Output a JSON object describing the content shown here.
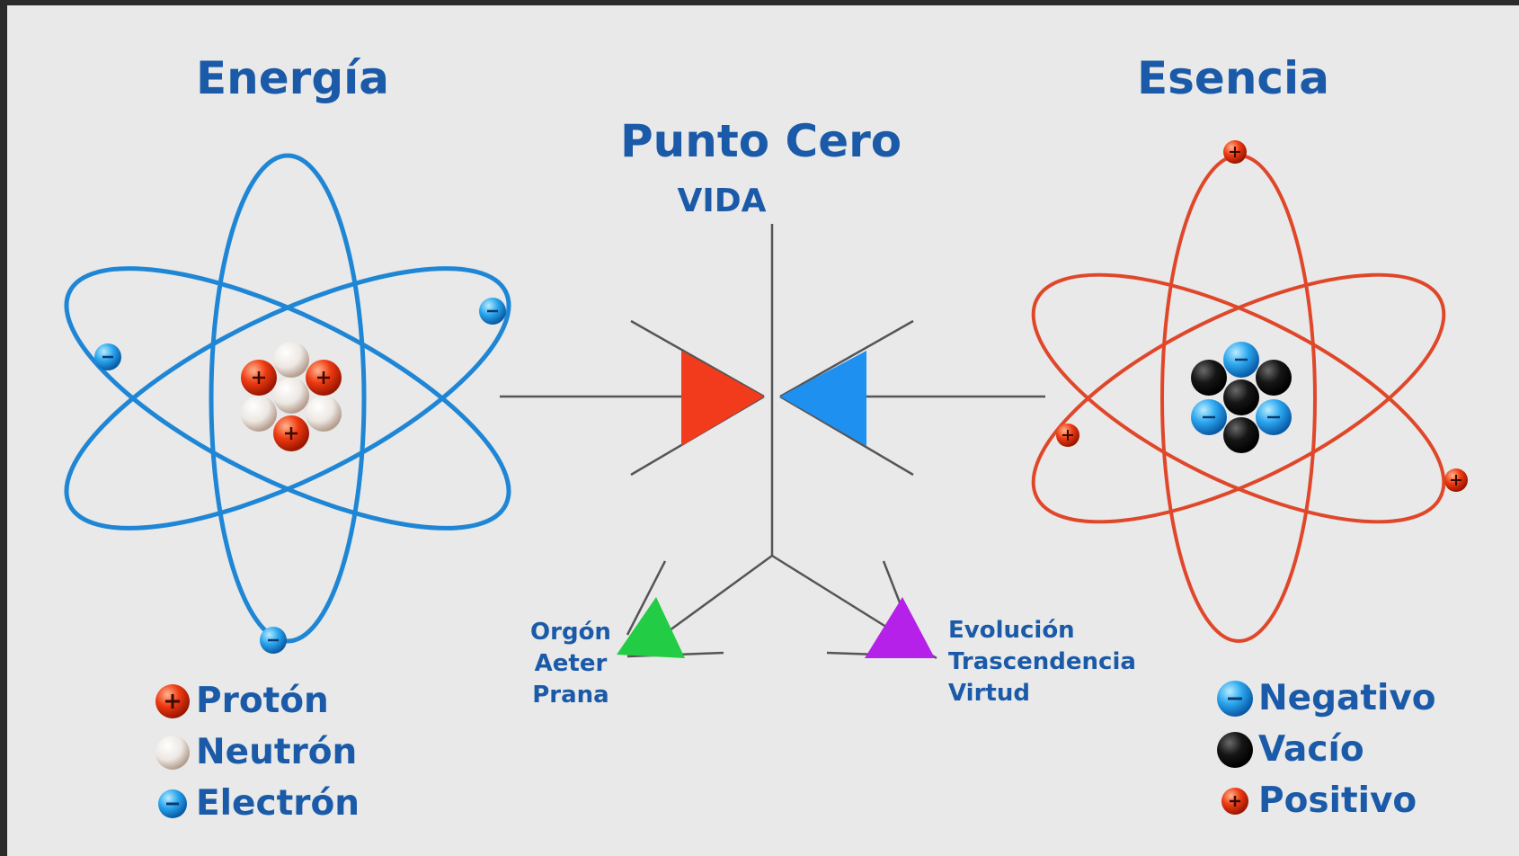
{
  "titles": {
    "energia": "Energía",
    "esencia": "Esencia",
    "punto_cero": "Punto Cero",
    "vida": "VIDA"
  },
  "legend_left": [
    {
      "label": "Protón",
      "icon": "proton-icon"
    },
    {
      "label": "Neutrón",
      "icon": "neutron-icon"
    },
    {
      "label": "Electrón",
      "icon": "electron-icon"
    }
  ],
  "legend_right": [
    {
      "label": "Negativo",
      "icon": "negative-icon"
    },
    {
      "label": "Vacío",
      "icon": "void-icon"
    },
    {
      "label": "Positivo",
      "icon": "positive-icon"
    }
  ],
  "left_branch_labels": [
    "Orgón",
    "Aeter",
    "Prana"
  ],
  "right_branch_labels": [
    "Evolución",
    "Trascendencia",
    "Virtud"
  ],
  "colors": {
    "title_blue": "#1a5aa8",
    "atom_blue": "#1f86d6",
    "atom_red": "#e0472a",
    "triangle_red": "#f23a1c",
    "triangle_blue": "#1e90f0",
    "triangle_green": "#22cc44",
    "triangle_purple": "#b521e8",
    "line_gray": "#555555"
  }
}
